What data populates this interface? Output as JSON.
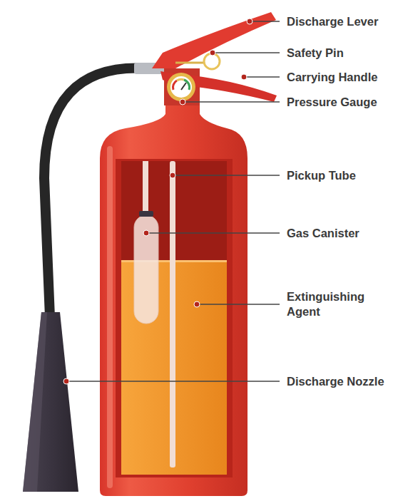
{
  "diagram": {
    "labels": [
      "Discharge Lever",
      "Safety Pin",
      "Carrying Handle",
      "Pressure Gauge",
      "Pickup Tube",
      "Gas Canister",
      "Extinguishing Agent",
      "Discharge Nozzle"
    ]
  }
}
